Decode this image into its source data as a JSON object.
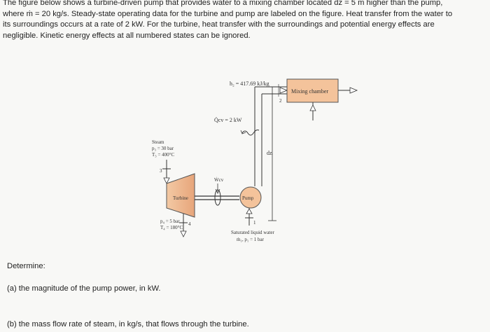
{
  "problem": {
    "lines": [
      "The figure below shows a turbine-driven pump that provides water to a mixing chamber located dz  =  5 m higher than the pump,",
      "where ṁ  =  20 kg/s. Steady-state operating data for the turbine and pump are labeled on the figure. Heat transfer from the water to",
      "its surroundings occurs at a rate of 2 kW. For the turbine, heat transfer with the surroundings and potential energy effects are",
      "negligible. Kinetic energy effects at all numbered states can be ignored."
    ]
  },
  "figure": {
    "h2": "h₂ = 417.69 kJ/kg",
    "mixing_chamber": "Mixing chamber",
    "state2": "2",
    "qcv": "Q̇cv = 2 kW",
    "dz": "dz",
    "steam": [
      "Steam",
      "p₃ = 30 bar",
      "T₃ = 400°C"
    ],
    "state3": "3",
    "wcv": "Ẇcv",
    "turbine": "Turbine",
    "pump": "Pump",
    "state4_lines": [
      "p₄ = 5 bar",
      "T₄ = 180°C"
    ],
    "state4": "4",
    "state1": "1",
    "water": [
      "Saturated liquid water",
      "ṁ₁, p₁ = 1 bar"
    ]
  },
  "questions": {
    "determine": "Determine:",
    "a": "(a) the magnitude of the pump power, in kW.",
    "b": "(b) the mass flow rate of steam, in kg/s, that flows through the turbine."
  }
}
